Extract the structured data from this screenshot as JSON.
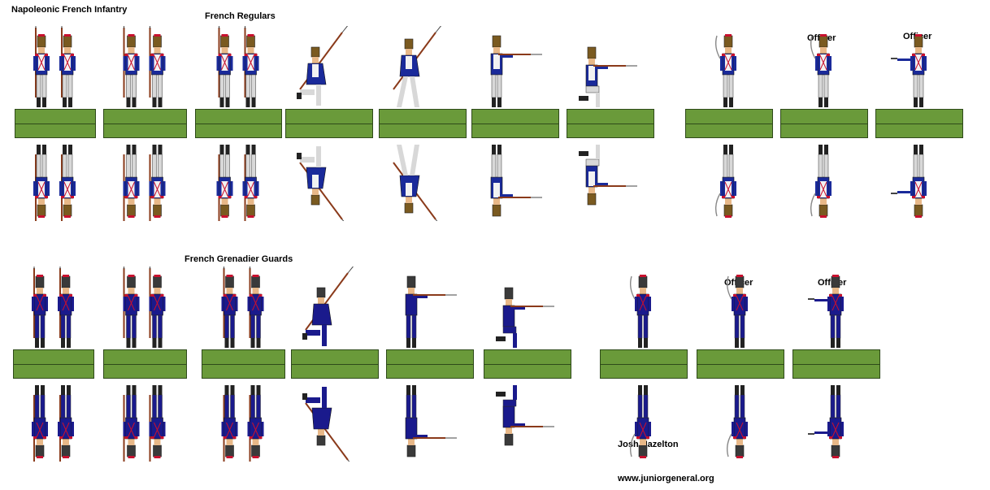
{
  "sheet": {
    "title": "Napoleonic French Infantry",
    "credit_author": "Josh Hazelton",
    "credit_site": "www.juniorgeneral.org"
  },
  "sections": [
    {
      "heading": "French Regulars",
      "officer_labels": [
        "Officer",
        "Officer"
      ],
      "uniform": {
        "coat": "#1a2a9a",
        "front": "#f2f2f2",
        "trim": "#c8102e",
        "headwear": "#7a5a20",
        "trousers": "#d8d8d8"
      },
      "figure_groups": [
        {
          "pose": "shoulder-arms",
          "count": 2
        },
        {
          "pose": "present-arms",
          "count": 2
        },
        {
          "pose": "shoulder-arms",
          "count": 2
        },
        {
          "pose": "kneel-charge",
          "count": 1
        },
        {
          "pose": "charge",
          "count": 1
        },
        {
          "pose": "firing-standing",
          "count": 1
        },
        {
          "pose": "firing-kneeling",
          "count": 1
        },
        {
          "pose": "officer-sword",
          "count": 1
        },
        {
          "pose": "officer-sword",
          "count": 1
        },
        {
          "pose": "officer-pistol",
          "count": 1
        }
      ]
    },
    {
      "heading": "French Grenadier Guards",
      "officer_labels": [
        "Officer",
        "Officer"
      ],
      "uniform": {
        "coat": "#1a1a8c",
        "front": "#1a1a8c",
        "trim": "#c8102e",
        "headwear": "#3a3a3a",
        "trousers": "#1a1a8c"
      },
      "figure_groups": [
        {
          "pose": "shoulder-arms",
          "count": 2
        },
        {
          "pose": "present-arms",
          "count": 2
        },
        {
          "pose": "shoulder-arms",
          "count": 2
        },
        {
          "pose": "kneel-charge",
          "count": 1
        },
        {
          "pose": "firing-standing",
          "count": 1
        },
        {
          "pose": "firing-kneeling",
          "count": 1
        },
        {
          "pose": "officer-sword",
          "count": 1
        },
        {
          "pose": "officer-sword",
          "count": 1
        },
        {
          "pose": "officer-pistol",
          "count": 1
        }
      ]
    }
  ],
  "colors": {
    "base_grass": "#6a9a3a",
    "base_edge": "#2e4a1a",
    "musket": "#8a3a1a",
    "skin": "#e8b888",
    "pack": "#6a4020"
  }
}
